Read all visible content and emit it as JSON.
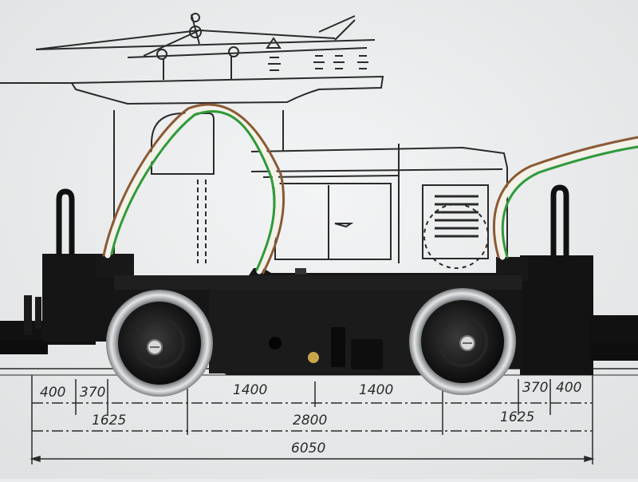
{
  "dimensions": {
    "row1": {
      "left_400": "400",
      "left_370": "370",
      "mid_left_1400": "1400",
      "mid_right_1400": "1400",
      "right_370": "370",
      "right_400": "400"
    },
    "row2": {
      "left_1625": "1625",
      "center_2800": "2800",
      "right_1625": "1625"
    },
    "row3": {
      "total_6050": "6050"
    }
  },
  "colors": {
    "paper": "#eef0f1",
    "ink": "#2a2a2a",
    "chassis": "#141414",
    "wheel_rim": "#c9cbcd",
    "wire_green": "#2f9a3a",
    "wire_brown": "#8a5a35",
    "wire_white": "#f4f1e8"
  }
}
